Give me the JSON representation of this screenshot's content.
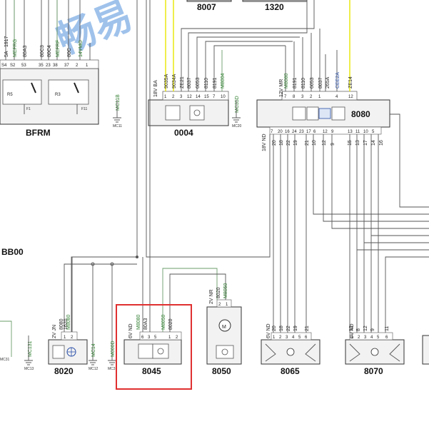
{
  "watermark": "畅易",
  "modules": {
    "m8007": "8007",
    "m1320": "1320",
    "bfrm": "BFRM",
    "m0004": "0004",
    "m8080": "8080",
    "bb00": "BB00",
    "m8020": "8020",
    "m8045": "8045",
    "m8050": "8050",
    "m8065": "8065",
    "m8070": "8070"
  },
  "voltages": {
    "v0004": "18V BA",
    "v8080": "12V MR",
    "v8080b": "18V ND",
    "v8020": "2V JN",
    "v8045": "6V ND",
    "v8050": "2V NR",
    "v8065": "6V ND",
    "v8070": "6V ND"
  },
  "grounds": {
    "mc11": "MC11",
    "mc20": "MC20",
    "mc13": "MC13",
    "mc12": "MC12",
    "mc31": "MC31",
    "mc3": "MC3"
  },
  "ground_codes": {
    "mc11b": "MC11B",
    "mc35d": "MC35D",
    "mc131": "MC131",
    "mc14": "MC14",
    "m000d": "M000D"
  },
  "bfrm_wires": [
    "5A",
    "1917",
    "MEFRG",
    "80A3",
    "80C3",
    "80C4",
    "MEFRF",
    "80C",
    "14VMO"
  ],
  "bfrm_pins": [
    "S4",
    "S2",
    "53",
    "35",
    "23",
    "38",
    "37",
    "2",
    "1"
  ],
  "bfrm_relays": [
    "R5",
    "R3",
    "F1",
    "F11"
  ],
  "w0004_wires": [
    "9035A",
    "9034A",
    "ZE21",
    "8037",
    "6053",
    "8110",
    "8191",
    "M8004"
  ],
  "w0004_pins": [
    "1",
    "2",
    "3",
    "12",
    "14",
    "15",
    "7",
    "10"
  ],
  "w8080_wires": [
    "M8080",
    "8191",
    "8110",
    "6053",
    "8037",
    "265A",
    "CEE2A",
    "ZE14"
  ],
  "w8080_pins": [
    "7",
    "8",
    "3",
    "2",
    "1",
    "4",
    "12"
  ],
  "w8080_bottom_pins": [
    "7",
    "20",
    "16",
    "24",
    "23",
    "17",
    "6",
    "12",
    "9",
    "13",
    "11",
    "10",
    "5"
  ],
  "w8080_bottom_wires": [
    "20",
    "18",
    "22",
    "19",
    "21",
    "10",
    "12",
    "9",
    "15",
    "13",
    "17",
    "14",
    "16"
  ],
  "w8020_wires": [
    "8080",
    "1620",
    "M8080"
  ],
  "w8020_pins": [
    "1",
    "2"
  ],
  "w8045_wires": [
    "M8080",
    "80A3",
    "M8050",
    "8020"
  ],
  "w8045_pins": [
    "6",
    "3",
    "5",
    "1",
    "2"
  ],
  "w8050_wires": [
    "8020",
    "M8050"
  ],
  "w8050_pins": [
    "2",
    "1"
  ],
  "w8065_wires": [
    "20",
    "18",
    "22",
    "19",
    "21"
  ],
  "w8065_pins": [
    "1",
    "2",
    "3",
    "4",
    "5",
    "6"
  ],
  "w8070_wires": [
    "10",
    "8",
    "12",
    "9",
    "11"
  ],
  "w8070_pins": [
    "1",
    "2",
    "3",
    "4",
    "5",
    "6"
  ],
  "colors": {
    "highlight": "#e03030",
    "watermark": "#8fb8e8",
    "wire_yellow": "#e6e600",
    "wire_green": "#6a9c6a"
  }
}
